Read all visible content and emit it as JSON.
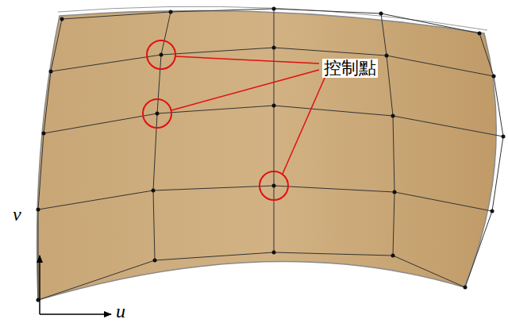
{
  "diagram": {
    "labels": [
      "控制點",
      "v",
      "u"
    ]
  }
}
